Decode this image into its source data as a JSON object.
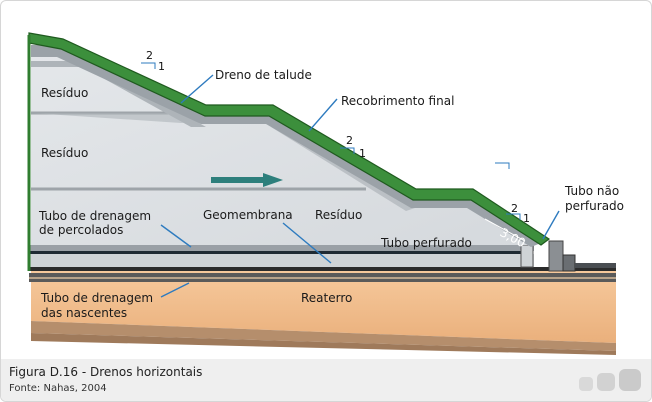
{
  "labels": {
    "residuo_1": "Resíduo",
    "residuo_2": "Resíduo",
    "residuo_3": "Resíduo",
    "dreno_talude": "Dreno de talude",
    "recobrimento": "Recobrimento final",
    "tubo_drenagem_percolados_1": "Tubo de drenagem",
    "tubo_drenagem_percolados_2": "de percolados",
    "geomembrana": "Geomembrana",
    "tubo_perfurado": "Tubo perfurado",
    "tubo_nao_perfurado_1": "Tubo não",
    "tubo_nao_perfurado_2": "perfurado",
    "tubo_drenagem_nascentes_1": "Tubo de drenagem",
    "tubo_drenagem_nascentes_2": "das nascentes",
    "reaterro": "Reaterro",
    "dimension": "3,00"
  },
  "slope_ratios": [
    {
      "rise": "2",
      "run": "1"
    },
    {
      "rise": "2",
      "run": "1"
    },
    {
      "rise": "2",
      "run": "1"
    }
  ],
  "caption": {
    "title": "Figura D.16 - Drenos horizontais",
    "source": "Fonte: Nahas, 2004"
  },
  "colors": {
    "green_cover": "#3c8f3c",
    "waste": "#dfe3e6",
    "sand": "#f3c293",
    "drain_blue": "#2e7bbf"
  }
}
